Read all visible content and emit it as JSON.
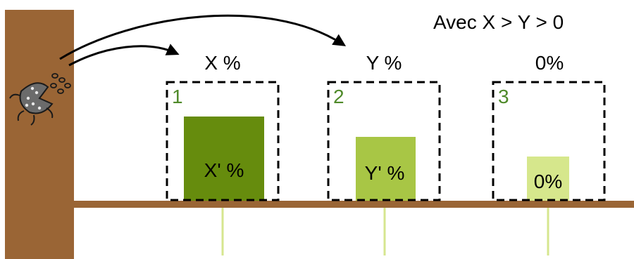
{
  "condition": "Avec X > Y > 0",
  "colors": {
    "trunk": "#9a6535",
    "branch": "#9a6535",
    "zone_number": "#4f8a2a",
    "root_line": "#d6e68f",
    "arrow": "#000000"
  },
  "zones": [
    {
      "number": "1",
      "top_label": "X %",
      "bar_label": "X' %",
      "bar_color": "#668c0d",
      "bar_level": 0.87
    },
    {
      "number": "2",
      "top_label": "Y %",
      "bar_label": "Y' %",
      "bar_color": "#a8c645",
      "bar_level": 0.66
    },
    {
      "number": "3",
      "top_label": "0%",
      "bar_label": "0%",
      "bar_color": "#d6e78c",
      "bar_level": 0.46
    }
  ],
  "icons": {
    "source": "seed-pod-icon"
  }
}
